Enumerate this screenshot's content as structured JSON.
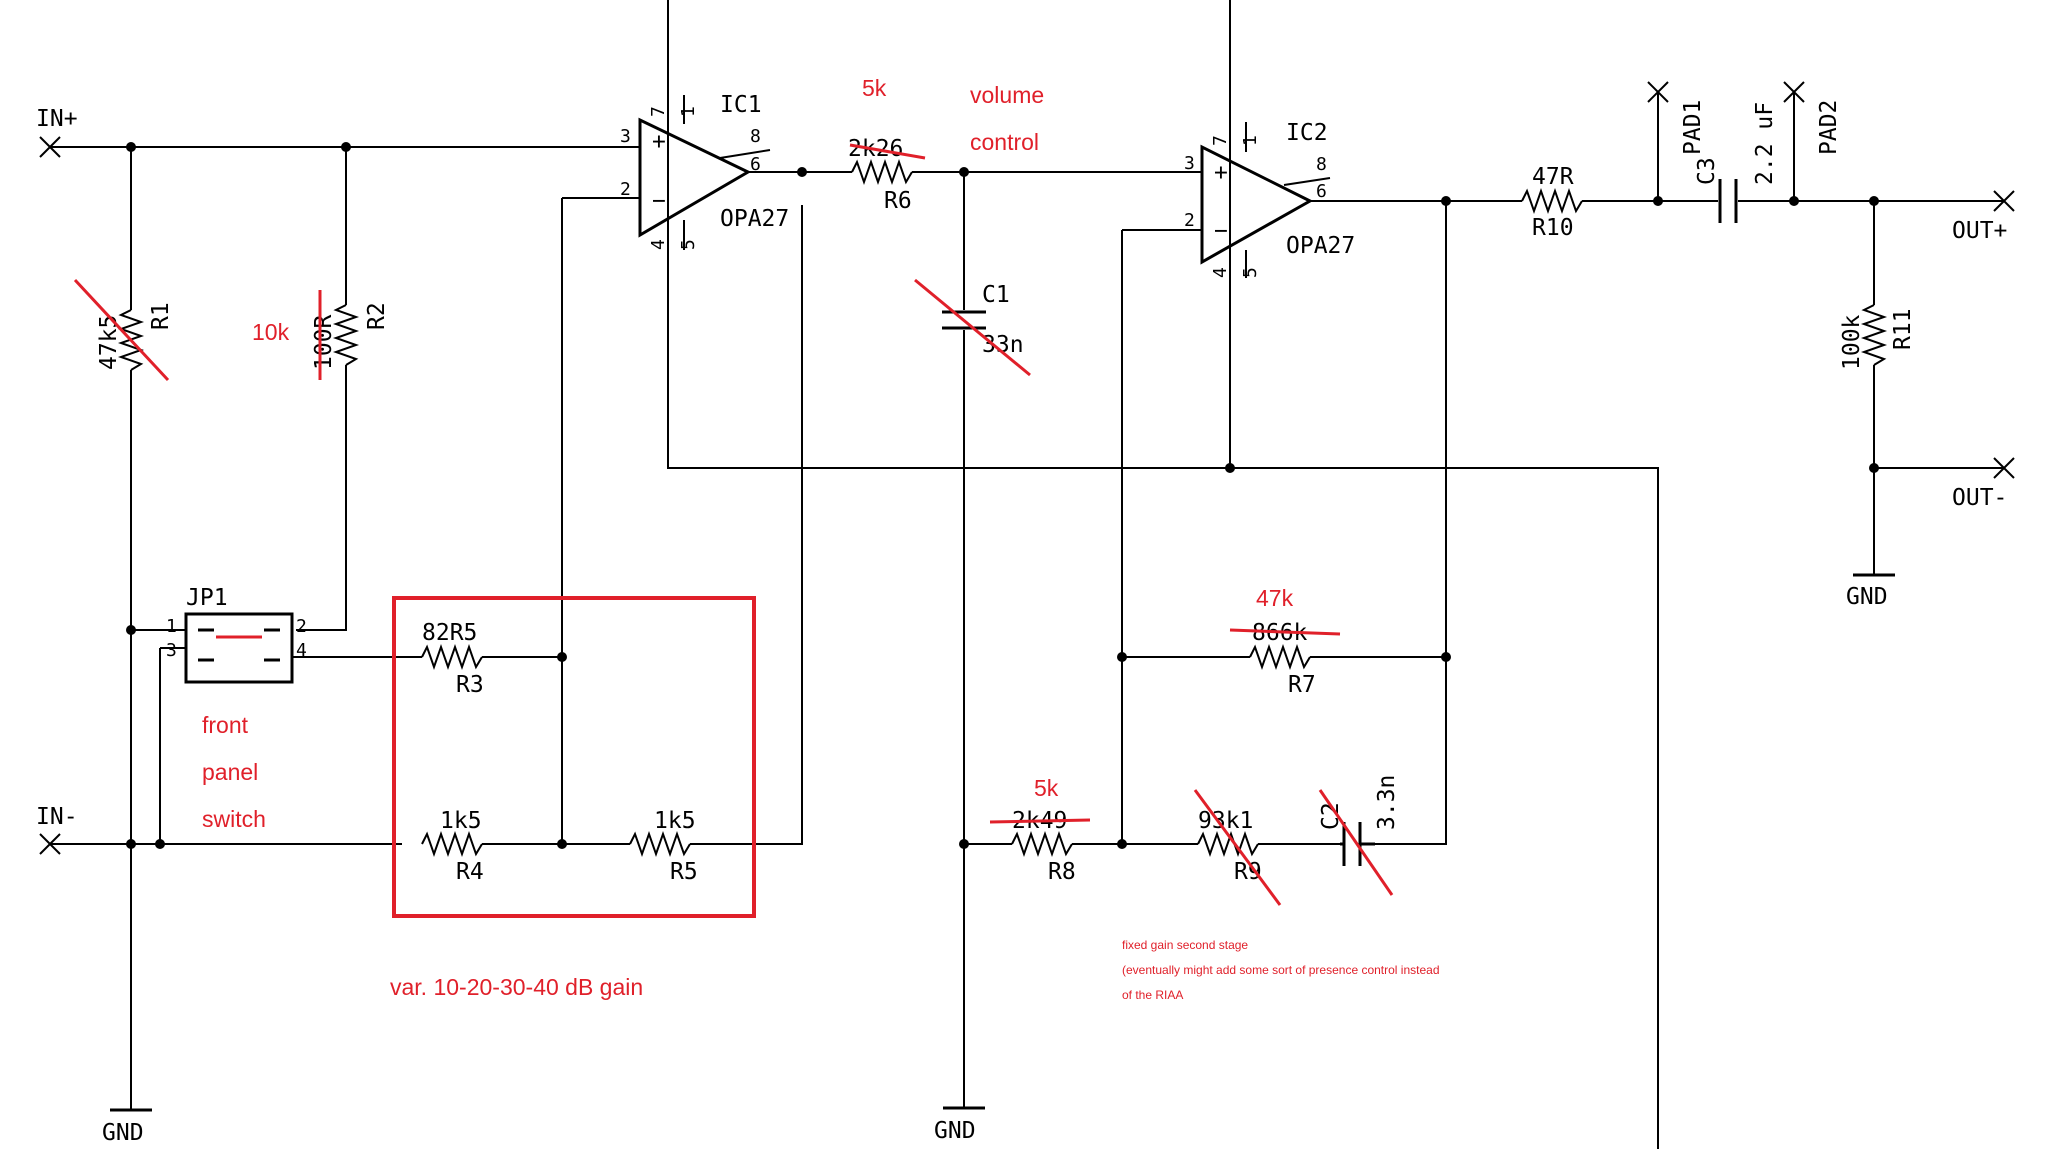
{
  "ports": {
    "in_plus": "IN+",
    "in_minus": "IN-",
    "out_plus": "OUT+",
    "out_minus": "OUT-",
    "gnd": "GND"
  },
  "ics": {
    "ic1": {
      "name": "IC1",
      "part": "OPA27"
    },
    "ic2": {
      "name": "IC2",
      "part": "OPA27"
    },
    "pins": {
      "p1": "1",
      "p2": "2",
      "p3": "3",
      "p4": "4",
      "p5": "5",
      "p6": "6",
      "p7": "7",
      "p8": "8",
      "plus": "+",
      "minus": "−"
    }
  },
  "resistors": {
    "r1": {
      "name": "R1",
      "value": "47k5"
    },
    "r2": {
      "name": "R2",
      "value": "100R"
    },
    "r3": {
      "name": "R3",
      "value": "82R5"
    },
    "r4": {
      "name": "R4",
      "value": "1k5"
    },
    "r5": {
      "name": "R5",
      "value": "1k5"
    },
    "r6": {
      "name": "R6",
      "value": "2k26"
    },
    "r7": {
      "name": "R7",
      "value": "866k"
    },
    "r8": {
      "name": "R8",
      "value": "2k49"
    },
    "r9": {
      "name": "R9",
      "value": "93k1"
    },
    "r10": {
      "name": "R10",
      "value": "47R"
    },
    "r11": {
      "name": "R11",
      "value": "100k"
    }
  },
  "capacitors": {
    "c1": {
      "name": "C1",
      "value": "33n"
    },
    "c2": {
      "name": "C2",
      "value": "3.3n"
    },
    "c3": {
      "name": "C3",
      "value": "2.2 uF"
    }
  },
  "pads": {
    "pad1": "PAD1",
    "pad2": "PAD2"
  },
  "jumper": {
    "name": "JP1",
    "pin1": "1",
    "pin2": "2",
    "pin3": "3",
    "pin4": "4"
  },
  "annotations": {
    "r6_new": "5k",
    "volume": "volume",
    "control": "control",
    "r2_new": "10k",
    "r7_new": "47k",
    "r8_new": "5k",
    "front": "front",
    "panel": "panel",
    "switch": "switch",
    "gain": "var. 10-20-30-40 dB gain",
    "note1": "fixed gain second stage",
    "note2": "(eventually might add some sort of presence control instead",
    "note3": "of the RIAA"
  },
  "colors": {
    "wire": "#000000",
    "markup": "#e0202a",
    "background": "#ffffff"
  }
}
